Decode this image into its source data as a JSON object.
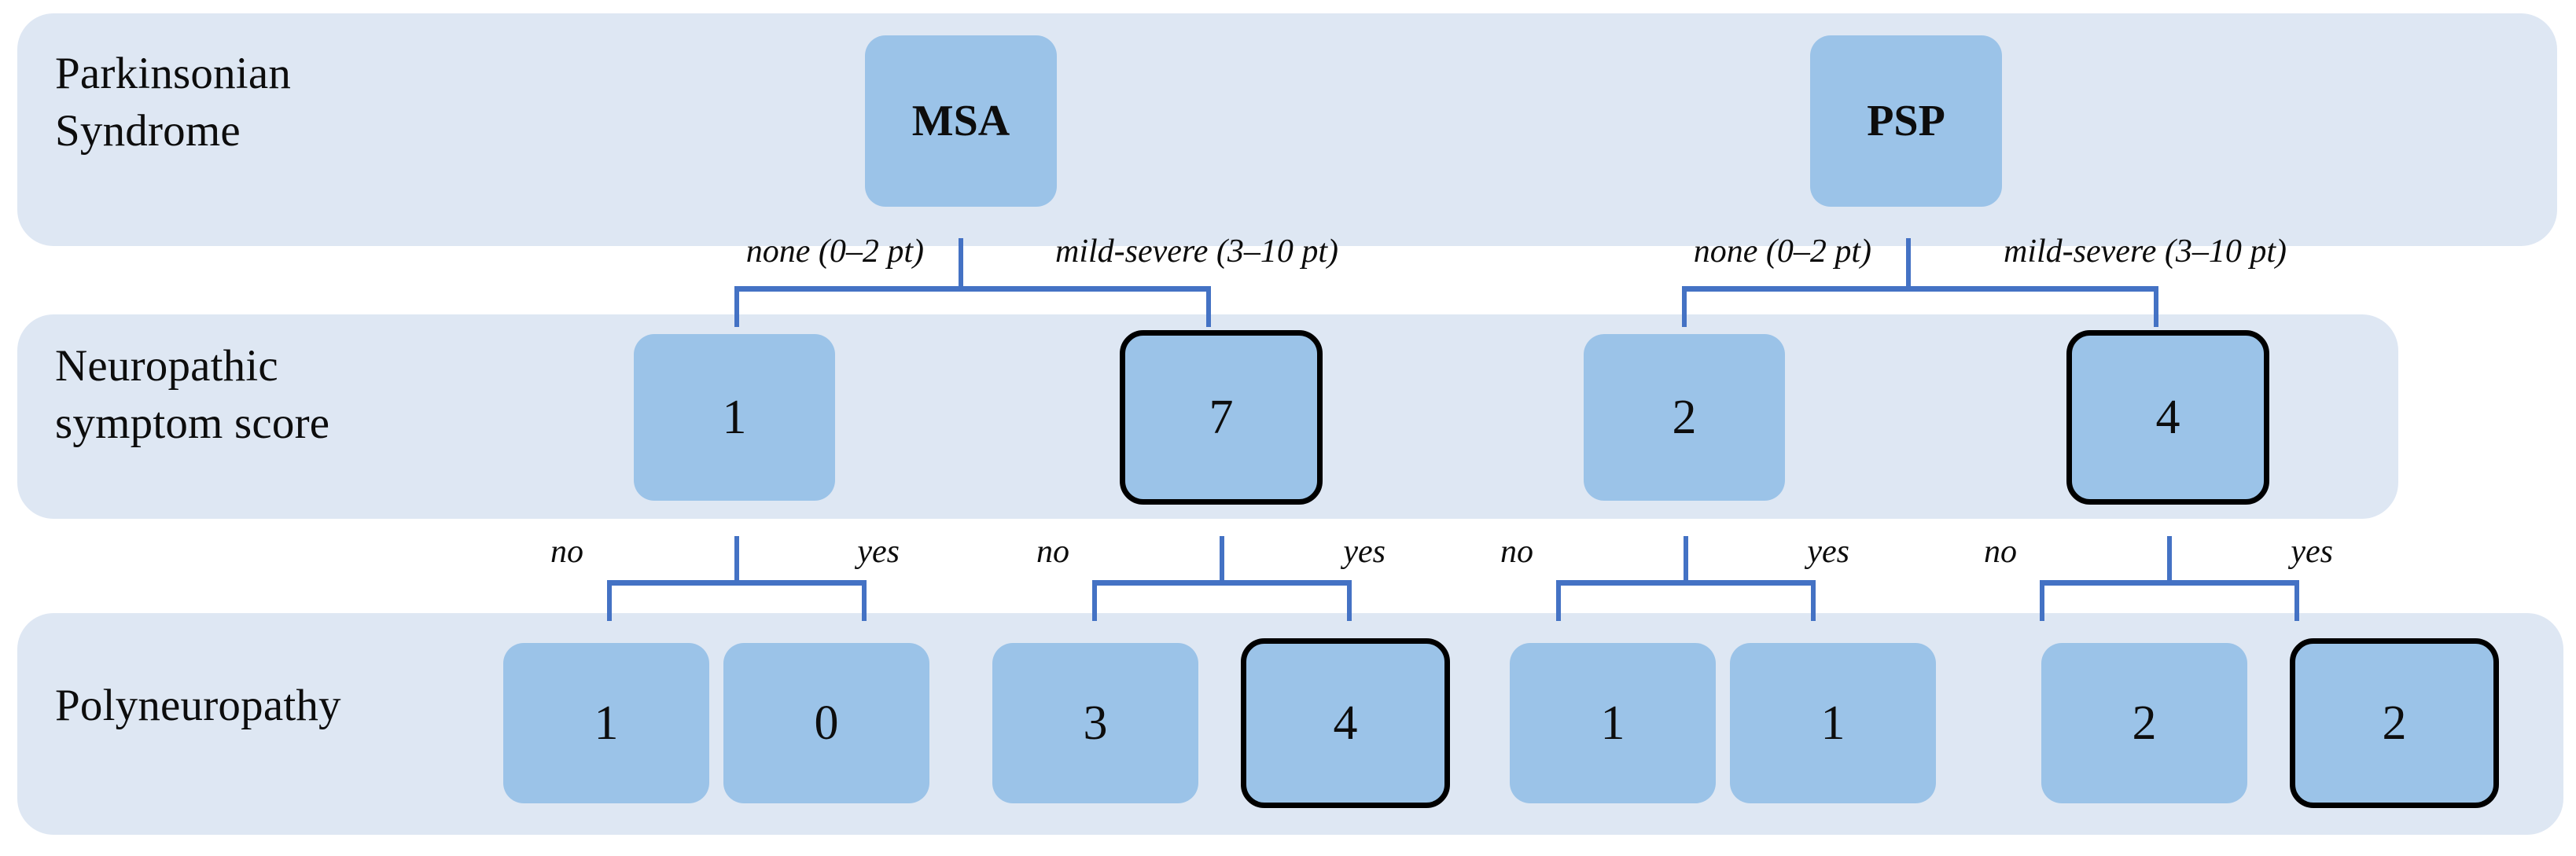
{
  "figure": {
    "type": "decision-tree",
    "title": "",
    "palette": {
      "band_background": "#DEE7F3",
      "node_fill": "#9BC3E8",
      "connector": "#4472C4",
      "highlight_border": "#000000",
      "text": "#0D0D0D"
    }
  },
  "rows": [
    {
      "id": "row-parkinsonian-syndrome",
      "label": "Parkinsonian\nSyndrome"
    },
    {
      "id": "row-neuropathic-symptom-score",
      "label": "Neuropathic\nsymptom score"
    },
    {
      "id": "row-polyneuropathy",
      "label": "Polyneuropathy"
    }
  ],
  "edge_labels": {
    "none": "none (0–2 pt)",
    "mild_severe": "mild-severe (3–10 pt)",
    "no": "no",
    "yes": "yes"
  },
  "tree": {
    "roots": [
      {
        "id": "msa",
        "label": "MSA",
        "children": [
          {
            "id": "msa-none",
            "edge": "none (0–2 pt)",
            "value": "1",
            "highlighted": false,
            "children": [
              {
                "id": "msa-none-no",
                "edge": "no",
                "value": "1",
                "highlighted": false
              },
              {
                "id": "msa-none-yes",
                "edge": "yes",
                "value": "0",
                "highlighted": false
              }
            ]
          },
          {
            "id": "msa-mild-severe",
            "edge": "mild-severe (3–10 pt)",
            "value": "7",
            "highlighted": true,
            "children": [
              {
                "id": "msa-ms-no",
                "edge": "no",
                "value": "3",
                "highlighted": false
              },
              {
                "id": "msa-ms-yes",
                "edge": "yes",
                "value": "4",
                "highlighted": true
              }
            ]
          }
        ]
      },
      {
        "id": "psp",
        "label": "PSP",
        "children": [
          {
            "id": "psp-none",
            "edge": "none (0–2 pt)",
            "value": "2",
            "highlighted": false,
            "children": [
              {
                "id": "psp-none-no",
                "edge": "no",
                "value": "1",
                "highlighted": false
              },
              {
                "id": "psp-none-yes",
                "edge": "yes",
                "value": "1",
                "highlighted": false
              }
            ]
          },
          {
            "id": "psp-mild-severe",
            "edge": "mild-severe (3–10 pt)",
            "value": "4",
            "highlighted": true,
            "children": [
              {
                "id": "psp-ms-no",
                "edge": "no",
                "value": "2",
                "highlighted": false
              },
              {
                "id": "psp-ms-yes",
                "edge": "yes",
                "value": "2",
                "highlighted": true
              }
            ]
          }
        ]
      }
    ]
  }
}
